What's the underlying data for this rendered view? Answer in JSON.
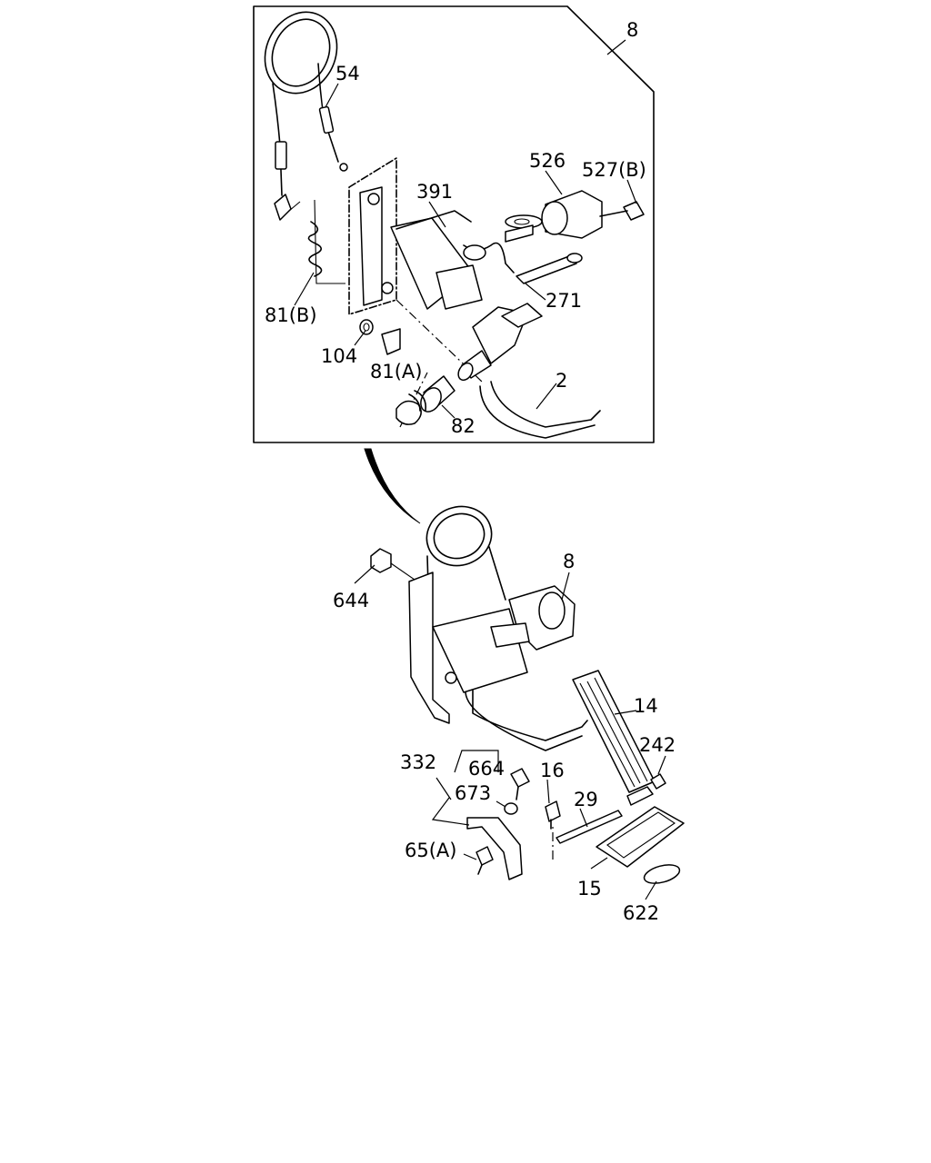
{
  "diagram": {
    "labels": [
      {
        "key": "l_8_top",
        "text": "8"
      },
      {
        "key": "l_54",
        "text": "54"
      },
      {
        "key": "l_526",
        "text": "526"
      },
      {
        "key": "l_527b",
        "text": "527(B)"
      },
      {
        "key": "l_391",
        "text": "391"
      },
      {
        "key": "l_81b",
        "text": "81(B)"
      },
      {
        "key": "l_271",
        "text": "271"
      },
      {
        "key": "l_104",
        "text": "104"
      },
      {
        "key": "l_81a",
        "text": "81(A)"
      },
      {
        "key": "l_2",
        "text": "2"
      },
      {
        "key": "l_82",
        "text": "82"
      },
      {
        "key": "l_644",
        "text": "644"
      },
      {
        "key": "l_8_mid",
        "text": "8"
      },
      {
        "key": "l_14",
        "text": "14"
      },
      {
        "key": "l_242",
        "text": "242"
      },
      {
        "key": "l_332",
        "text": "332"
      },
      {
        "key": "l_664",
        "text": "664"
      },
      {
        "key": "l_16",
        "text": "16"
      },
      {
        "key": "l_673",
        "text": "673"
      },
      {
        "key": "l_29",
        "text": "29"
      },
      {
        "key": "l_65a",
        "text": "65(A)"
      },
      {
        "key": "l_15",
        "text": "15"
      },
      {
        "key": "l_622",
        "text": "622"
      }
    ]
  }
}
